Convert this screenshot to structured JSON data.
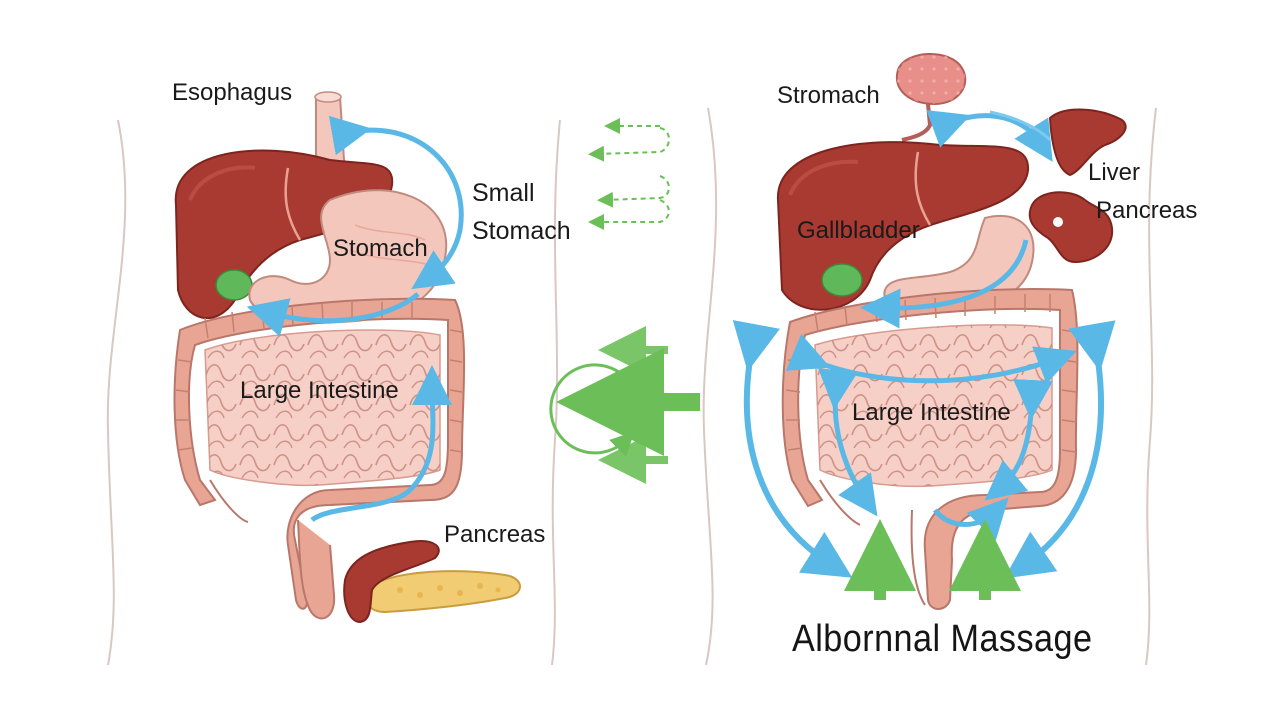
{
  "left_panel": {
    "labels": {
      "esophagus": "Esophagus",
      "small": "Small",
      "stomach_right": "Stomach",
      "stomach": "Stomach",
      "large_intestine": "Large Intestine",
      "pancreas": "Pancreas"
    }
  },
  "right_panel": {
    "labels": {
      "stomach": "Stromach",
      "liver": "Liver",
      "pancreas": "Pancreas",
      "gallbladder": "Gallbladder",
      "large_intestine": "Large Intestine"
    },
    "title": "Albornnal Massage"
  },
  "colors": {
    "liver": "#a83a32",
    "stomach": "#f4c7bd",
    "intestine": "#e8a594",
    "gallbladder": "#5fb85a",
    "pancreas": "#f2cc72",
    "flow_arrow": "#5ab8e6",
    "green_arrow": "#6cbf58",
    "outline": "#c08a7e"
  }
}
